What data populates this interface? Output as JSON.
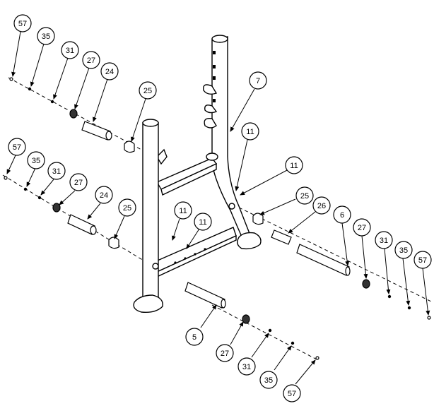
{
  "callouts": [
    {
      "id": "c-57-a",
      "text": "57"
    },
    {
      "id": "c-35-a",
      "text": "35"
    },
    {
      "id": "c-31-a",
      "text": "31"
    },
    {
      "id": "c-27-a",
      "text": "27"
    },
    {
      "id": "c-24-a",
      "text": "24"
    },
    {
      "id": "c-25-a",
      "text": "25"
    },
    {
      "id": "c-7",
      "text": "7"
    },
    {
      "id": "c-11-a",
      "text": "11"
    },
    {
      "id": "c-11-b",
      "text": "11"
    },
    {
      "id": "c-57-b",
      "text": "57"
    },
    {
      "id": "c-35-b",
      "text": "35"
    },
    {
      "id": "c-31-b",
      "text": "31"
    },
    {
      "id": "c-27-b",
      "text": "27"
    },
    {
      "id": "c-24-b",
      "text": "24"
    },
    {
      "id": "c-25-b",
      "text": "25"
    },
    {
      "id": "c-11-c",
      "text": "11"
    },
    {
      "id": "c-11-d",
      "text": "11"
    },
    {
      "id": "c-25-c",
      "text": "25"
    },
    {
      "id": "c-26",
      "text": "26"
    },
    {
      "id": "c-6",
      "text": "6"
    },
    {
      "id": "c-27-c",
      "text": "27"
    },
    {
      "id": "c-31-c",
      "text": "31"
    },
    {
      "id": "c-35-c",
      "text": "35"
    },
    {
      "id": "c-57-c",
      "text": "57"
    },
    {
      "id": "c-5",
      "text": "5"
    },
    {
      "id": "c-27-d",
      "text": "27"
    },
    {
      "id": "c-31-d",
      "text": "31"
    },
    {
      "id": "c-35-d",
      "text": "35"
    },
    {
      "id": "c-57-d",
      "text": "57"
    }
  ]
}
